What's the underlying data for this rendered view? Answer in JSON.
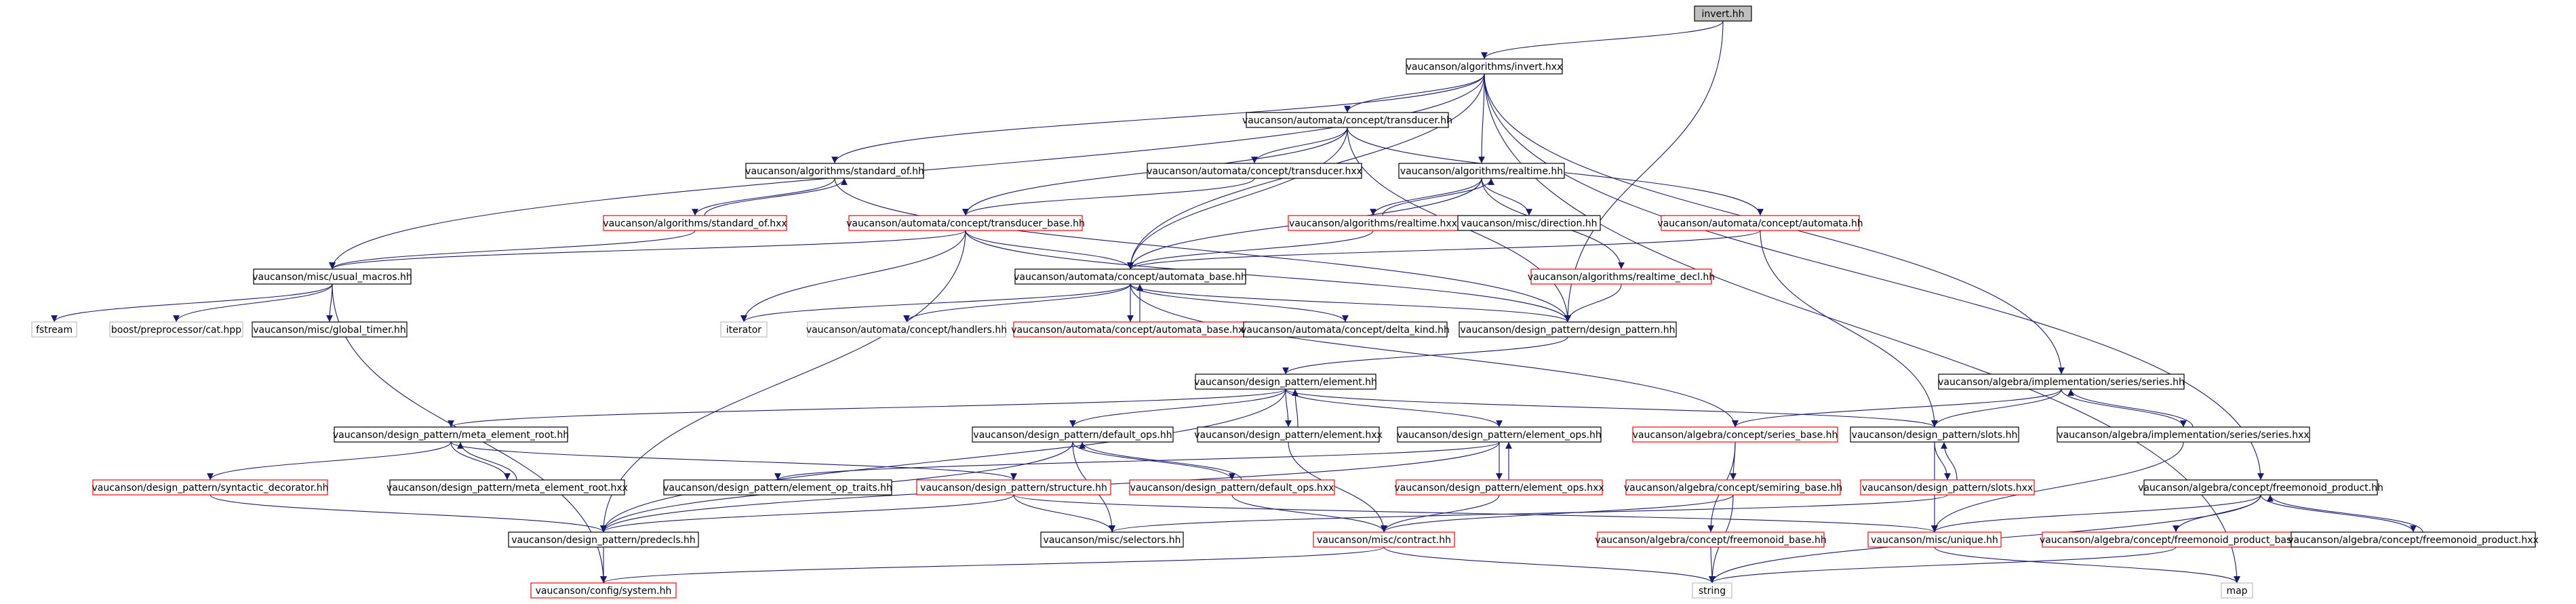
{
  "graph": {
    "colors": {
      "edge": "#191970",
      "node_border": "#000000",
      "missing_border": "#ff0000",
      "external_border": "#bfbfbf",
      "focus_fill": "#bfbfbf",
      "background": "#ffffff"
    },
    "nodes": [
      {
        "id": "invert_hh",
        "label": "invert.hh",
        "kind": "focus"
      },
      {
        "id": "invert_hxx",
        "label": "vaucanson/algorithms/invert.hxx",
        "kind": "normal"
      },
      {
        "id": "transducer_hh",
        "label": "vaucanson/automata/concept/transducer.hh",
        "kind": "normal"
      },
      {
        "id": "standard_of_hh",
        "label": "vaucanson/algorithms/standard_of.hh",
        "kind": "normal"
      },
      {
        "id": "transducer_hxx",
        "label": "vaucanson/automata/concept/transducer.hxx",
        "kind": "normal"
      },
      {
        "id": "realtime_hh",
        "label": "vaucanson/algorithms/realtime.hh",
        "kind": "normal"
      },
      {
        "id": "standard_of_hxx",
        "label": "vaucanson/algorithms/standard_of.hxx",
        "kind": "missing"
      },
      {
        "id": "transducer_base_hh",
        "label": "vaucanson/automata/concept/transducer_base.hh",
        "kind": "missing"
      },
      {
        "id": "realtime_hxx",
        "label": "vaucanson/algorithms/realtime.hxx",
        "kind": "missing"
      },
      {
        "id": "direction_hh",
        "label": "vaucanson/misc/direction.hh",
        "kind": "normal"
      },
      {
        "id": "automata_hh",
        "label": "vaucanson/automata/concept/automata.hh",
        "kind": "missing"
      },
      {
        "id": "usual_macros_hh",
        "label": "vaucanson/misc/usual_macros.hh",
        "kind": "normal"
      },
      {
        "id": "automata_base_hh",
        "label": "vaucanson/automata/concept/automata_base.hh",
        "kind": "normal"
      },
      {
        "id": "realtime_decl_hh",
        "label": "vaucanson/algorithms/realtime_decl.hh",
        "kind": "missing"
      },
      {
        "id": "fstream",
        "label": "fstream",
        "kind": "external"
      },
      {
        "id": "cat_hpp",
        "label": "boost/preprocessor/cat.hpp",
        "kind": "external"
      },
      {
        "id": "global_timer_hh",
        "label": "vaucanson/misc/global_timer.hh",
        "kind": "normal"
      },
      {
        "id": "iterator",
        "label": "iterator",
        "kind": "external"
      },
      {
        "id": "handlers_hh",
        "label": "vaucanson/automata/concept/handlers.hh",
        "kind": "external"
      },
      {
        "id": "automata_base_hxx",
        "label": "vaucanson/automata/concept/automata_base.hxx",
        "kind": "missing"
      },
      {
        "id": "delta_kind_hh",
        "label": "vaucanson/automata/concept/delta_kind.hh",
        "kind": "normal"
      },
      {
        "id": "design_pattern_hh",
        "label": "vaucanson/design_pattern/design_pattern.hh",
        "kind": "normal"
      },
      {
        "id": "element_hh",
        "label": "vaucanson/design_pattern/element.hh",
        "kind": "normal"
      },
      {
        "id": "series_hh",
        "label": "vaucanson/algebra/implementation/series/series.hh",
        "kind": "normal"
      },
      {
        "id": "meta_element_root_hh",
        "label": "vaucanson/design_pattern/meta_element_root.hh",
        "kind": "normal"
      },
      {
        "id": "default_ops_hh",
        "label": "vaucanson/design_pattern/default_ops.hh",
        "kind": "normal"
      },
      {
        "id": "element_hxx",
        "label": "vaucanson/design_pattern/element.hxx",
        "kind": "normal"
      },
      {
        "id": "element_ops_hh",
        "label": "vaucanson/design_pattern/element_ops.hh",
        "kind": "normal"
      },
      {
        "id": "series_base_hh",
        "label": "vaucanson/algebra/concept/series_base.hh",
        "kind": "missing"
      },
      {
        "id": "slots_hh",
        "label": "vaucanson/design_pattern/slots.hh",
        "kind": "normal"
      },
      {
        "id": "series_hxx",
        "label": "vaucanson/algebra/implementation/series/series.hxx",
        "kind": "normal"
      },
      {
        "id": "syntactic_decorator_hh",
        "label": "vaucanson/design_pattern/syntactic_decorator.hh",
        "kind": "missing"
      },
      {
        "id": "meta_element_root_hxx",
        "label": "vaucanson/design_pattern/meta_element_root.hxx",
        "kind": "normal"
      },
      {
        "id": "element_op_traits_hh",
        "label": "vaucanson/design_pattern/element_op_traits.hh",
        "kind": "normal"
      },
      {
        "id": "structure_hh",
        "label": "vaucanson/design_pattern/structure.hh",
        "kind": "missing"
      },
      {
        "id": "default_ops_hxx",
        "label": "vaucanson/design_pattern/default_ops.hxx",
        "kind": "missing"
      },
      {
        "id": "element_ops_hxx",
        "label": "vaucanson/design_pattern/element_ops.hxx",
        "kind": "missing"
      },
      {
        "id": "semiring_base_hh",
        "label": "vaucanson/algebra/concept/semiring_base.hh",
        "kind": "missing"
      },
      {
        "id": "slots_hxx",
        "label": "vaucanson/design_pattern/slots.hxx",
        "kind": "missing"
      },
      {
        "id": "freemonoid_product_hh",
        "label": "vaucanson/algebra/concept/freemonoid_product.hh",
        "kind": "normal"
      },
      {
        "id": "predecls_hh",
        "label": "vaucanson/design_pattern/predecls.hh",
        "kind": "normal"
      },
      {
        "id": "selectors_hh",
        "label": "vaucanson/misc/selectors.hh",
        "kind": "normal"
      },
      {
        "id": "contract_hh",
        "label": "vaucanson/misc/contract.hh",
        "kind": "missing"
      },
      {
        "id": "freemonoid_base_hh",
        "label": "vaucanson/algebra/concept/freemonoid_base.hh",
        "kind": "missing"
      },
      {
        "id": "unique_hh",
        "label": "vaucanson/misc/unique.hh",
        "kind": "missing"
      },
      {
        "id": "freemonoid_product_base_hh",
        "label": "vaucanson/algebra/concept/freemonoid_product_base.hh",
        "kind": "missing"
      },
      {
        "id": "freemonoid_product_hxx",
        "label": "vaucanson/algebra/concept/freemonoid_product.hxx",
        "kind": "normal"
      },
      {
        "id": "system_hh",
        "label": "vaucanson/config/system.hh",
        "kind": "missing"
      },
      {
        "id": "string",
        "label": "string",
        "kind": "external"
      },
      {
        "id": "map",
        "label": "map",
        "kind": "external"
      }
    ],
    "edges": [
      [
        "invert_hh",
        "invert_hxx"
      ],
      [
        "invert_hh",
        "design_pattern_hh"
      ],
      [
        "invert_hxx",
        "transducer_hh"
      ],
      [
        "invert_hxx",
        "standard_of_hh"
      ],
      [
        "invert_hxx",
        "realtime_hh"
      ],
      [
        "invert_hxx",
        "usual_macros_hh"
      ],
      [
        "invert_hxx",
        "automata_base_hh"
      ],
      [
        "invert_hxx",
        "series_hh"
      ],
      [
        "invert_hxx",
        "freemonoid_product_hh"
      ],
      [
        "invert_hxx",
        "map"
      ],
      [
        "transducer_hh",
        "transducer_hxx"
      ],
      [
        "transducer_hh",
        "transducer_base_hh"
      ],
      [
        "transducer_hh",
        "automata_base_hh"
      ],
      [
        "transducer_hh",
        "automata_hh"
      ],
      [
        "transducer_hh",
        "design_pattern_hh"
      ],
      [
        "transducer_hxx",
        "transducer_base_hh"
      ],
      [
        "standard_of_hh",
        "standard_of_hxx"
      ],
      [
        "standard_of_hh",
        "design_pattern_hh"
      ],
      [
        "standard_of_hxx",
        "standard_of_hh"
      ],
      [
        "standard_of_hxx",
        "usual_macros_hh"
      ],
      [
        "realtime_hh",
        "realtime_hxx"
      ],
      [
        "realtime_hh",
        "direction_hh"
      ],
      [
        "realtime_hh",
        "automata_base_hh"
      ],
      [
        "realtime_hh",
        "realtime_decl_hh"
      ],
      [
        "realtime_hxx",
        "realtime_hh"
      ],
      [
        "realtime_hxx",
        "automata_base_hh"
      ],
      [
        "automata_hh",
        "automata_base_hh"
      ],
      [
        "automata_hh",
        "slots_hh"
      ],
      [
        "transducer_base_hh",
        "usual_macros_hh"
      ],
      [
        "transducer_base_hh",
        "automata_base_hh"
      ],
      [
        "transducer_base_hh",
        "iterator"
      ],
      [
        "transducer_base_hh",
        "design_pattern_hh"
      ],
      [
        "transducer_base_hh",
        "predecls_hh"
      ],
      [
        "usual_macros_hh",
        "fstream"
      ],
      [
        "usual_macros_hh",
        "cat_hpp"
      ],
      [
        "usual_macros_hh",
        "global_timer_hh"
      ],
      [
        "usual_macros_hh",
        "system_hh"
      ],
      [
        "automata_base_hh",
        "iterator"
      ],
      [
        "automata_base_hh",
        "handlers_hh"
      ],
      [
        "automata_base_hh",
        "automata_base_hxx"
      ],
      [
        "automata_base_hh",
        "delta_kind_hh"
      ],
      [
        "automata_base_hh",
        "design_pattern_hh"
      ],
      [
        "automata_base_hh",
        "series_base_hh"
      ],
      [
        "automata_base_hxx",
        "automata_base_hh"
      ],
      [
        "realtime_decl_hh",
        "design_pattern_hh"
      ],
      [
        "design_pattern_hh",
        "element_hh"
      ],
      [
        "element_hh",
        "meta_element_root_hh"
      ],
      [
        "element_hh",
        "default_ops_hh"
      ],
      [
        "element_hh",
        "element_hxx"
      ],
      [
        "element_hh",
        "element_ops_hh"
      ],
      [
        "element_hh",
        "slots_hh"
      ],
      [
        "element_hh",
        "predecls_hh"
      ],
      [
        "element_hxx",
        "element_hh"
      ],
      [
        "element_hxx",
        "contract_hh"
      ],
      [
        "series_hh",
        "series_base_hh"
      ],
      [
        "series_hh",
        "slots_hh"
      ],
      [
        "series_hh",
        "series_hxx"
      ],
      [
        "series_hxx",
        "series_hh"
      ],
      [
        "series_hxx",
        "unique_hh"
      ],
      [
        "meta_element_root_hh",
        "syntactic_decorator_hh"
      ],
      [
        "meta_element_root_hh",
        "meta_element_root_hxx"
      ],
      [
        "meta_element_root_hh",
        "structure_hh"
      ],
      [
        "meta_element_root_hxx",
        "meta_element_root_hh"
      ],
      [
        "syntactic_decorator_hh",
        "predecls_hh"
      ],
      [
        "default_ops_hh",
        "predecls_hh"
      ],
      [
        "default_ops_hh",
        "default_ops_hxx"
      ],
      [
        "default_ops_hh",
        "selectors_hh"
      ],
      [
        "default_ops_hxx",
        "default_ops_hh"
      ],
      [
        "default_ops_hxx",
        "contract_hh"
      ],
      [
        "element_ops_hh",
        "element_op_traits_hh"
      ],
      [
        "element_ops_hh",
        "element_ops_hxx"
      ],
      [
        "element_ops_hh",
        "predecls_hh"
      ],
      [
        "element_ops_hxx",
        "element_ops_hh"
      ],
      [
        "element_ops_hxx",
        "contract_hh"
      ],
      [
        "structure_hh",
        "predecls_hh"
      ],
      [
        "structure_hh",
        "selectors_hh"
      ],
      [
        "structure_hh",
        "unique_hh"
      ],
      [
        "series_base_hh",
        "semiring_base_hh"
      ],
      [
        "series_base_hh",
        "freemonoid_base_hh"
      ],
      [
        "semiring_base_hh",
        "contract_hh"
      ],
      [
        "semiring_base_hh",
        "string"
      ],
      [
        "slots_hh",
        "slots_hxx"
      ],
      [
        "slots_hh",
        "unique_hh"
      ],
      [
        "slots_hxx",
        "slots_hh"
      ],
      [
        "slots_hxx",
        "selectors_hh"
      ],
      [
        "freemonoid_product_hh",
        "unique_hh"
      ],
      [
        "freemonoid_product_hh",
        "freemonoid_product_base_hh"
      ],
      [
        "freemonoid_product_hh",
        "freemonoid_product_hxx"
      ],
      [
        "freemonoid_product_hh",
        "string"
      ],
      [
        "freemonoid_product_hxx",
        "freemonoid_product_hh"
      ],
      [
        "freemonoid_product_base_hh",
        "string"
      ],
      [
        "freemonoid_base_hh",
        "string"
      ],
      [
        "unique_hh",
        "map"
      ],
      [
        "contract_hh",
        "system_hh"
      ],
      [
        "contract_hh",
        "string"
      ],
      [
        "predecls_hh",
        "system_hh"
      ]
    ]
  }
}
